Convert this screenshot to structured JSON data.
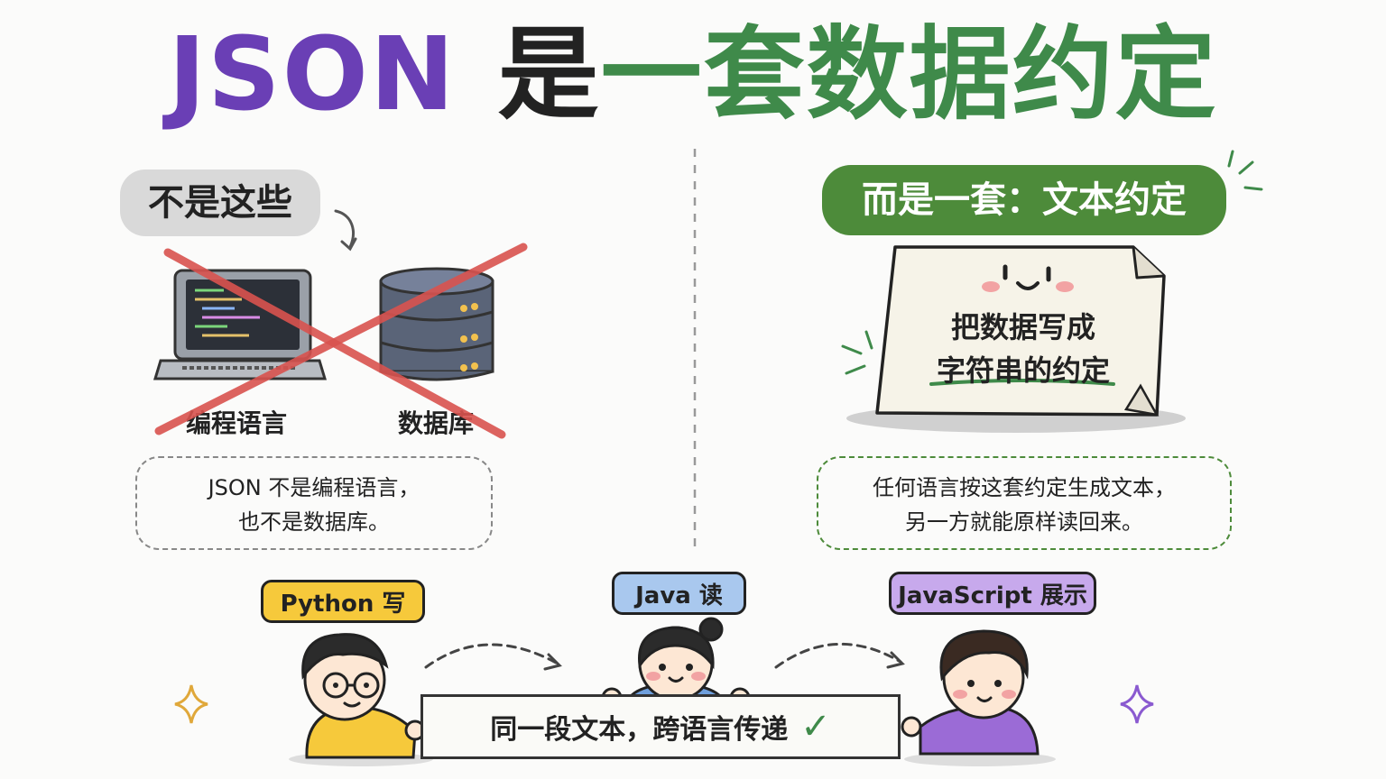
{
  "title": {
    "part1": "JSON",
    "part2": "是",
    "part3": "一套数据约定"
  },
  "left": {
    "pill": "不是这些",
    "items": [
      "编程语言",
      "数据库"
    ],
    "bubble_lines": [
      "JSON 不是编程语言，",
      "也不是数据库。"
    ]
  },
  "right": {
    "pill": "而是一套：文本约定",
    "paper_lines": [
      "把数据写成",
      "字符串的约定"
    ],
    "bubble_lines": [
      "任何语言按这套约定生成文本，",
      "另一方就能原样读回来。"
    ]
  },
  "bottom": {
    "tags": [
      "Python 写",
      "Java 读",
      "JavaScript 展示"
    ],
    "banner": "同一段文本，跨语言传递"
  },
  "colors": {
    "json_purple": "#6a3fb5",
    "title_green": "#3f8a4a",
    "cross_red": "#d9534f",
    "python_yellow": "#f6c93b",
    "java_blue": "#a9c8ee",
    "js_purple": "#c7a9ec"
  }
}
